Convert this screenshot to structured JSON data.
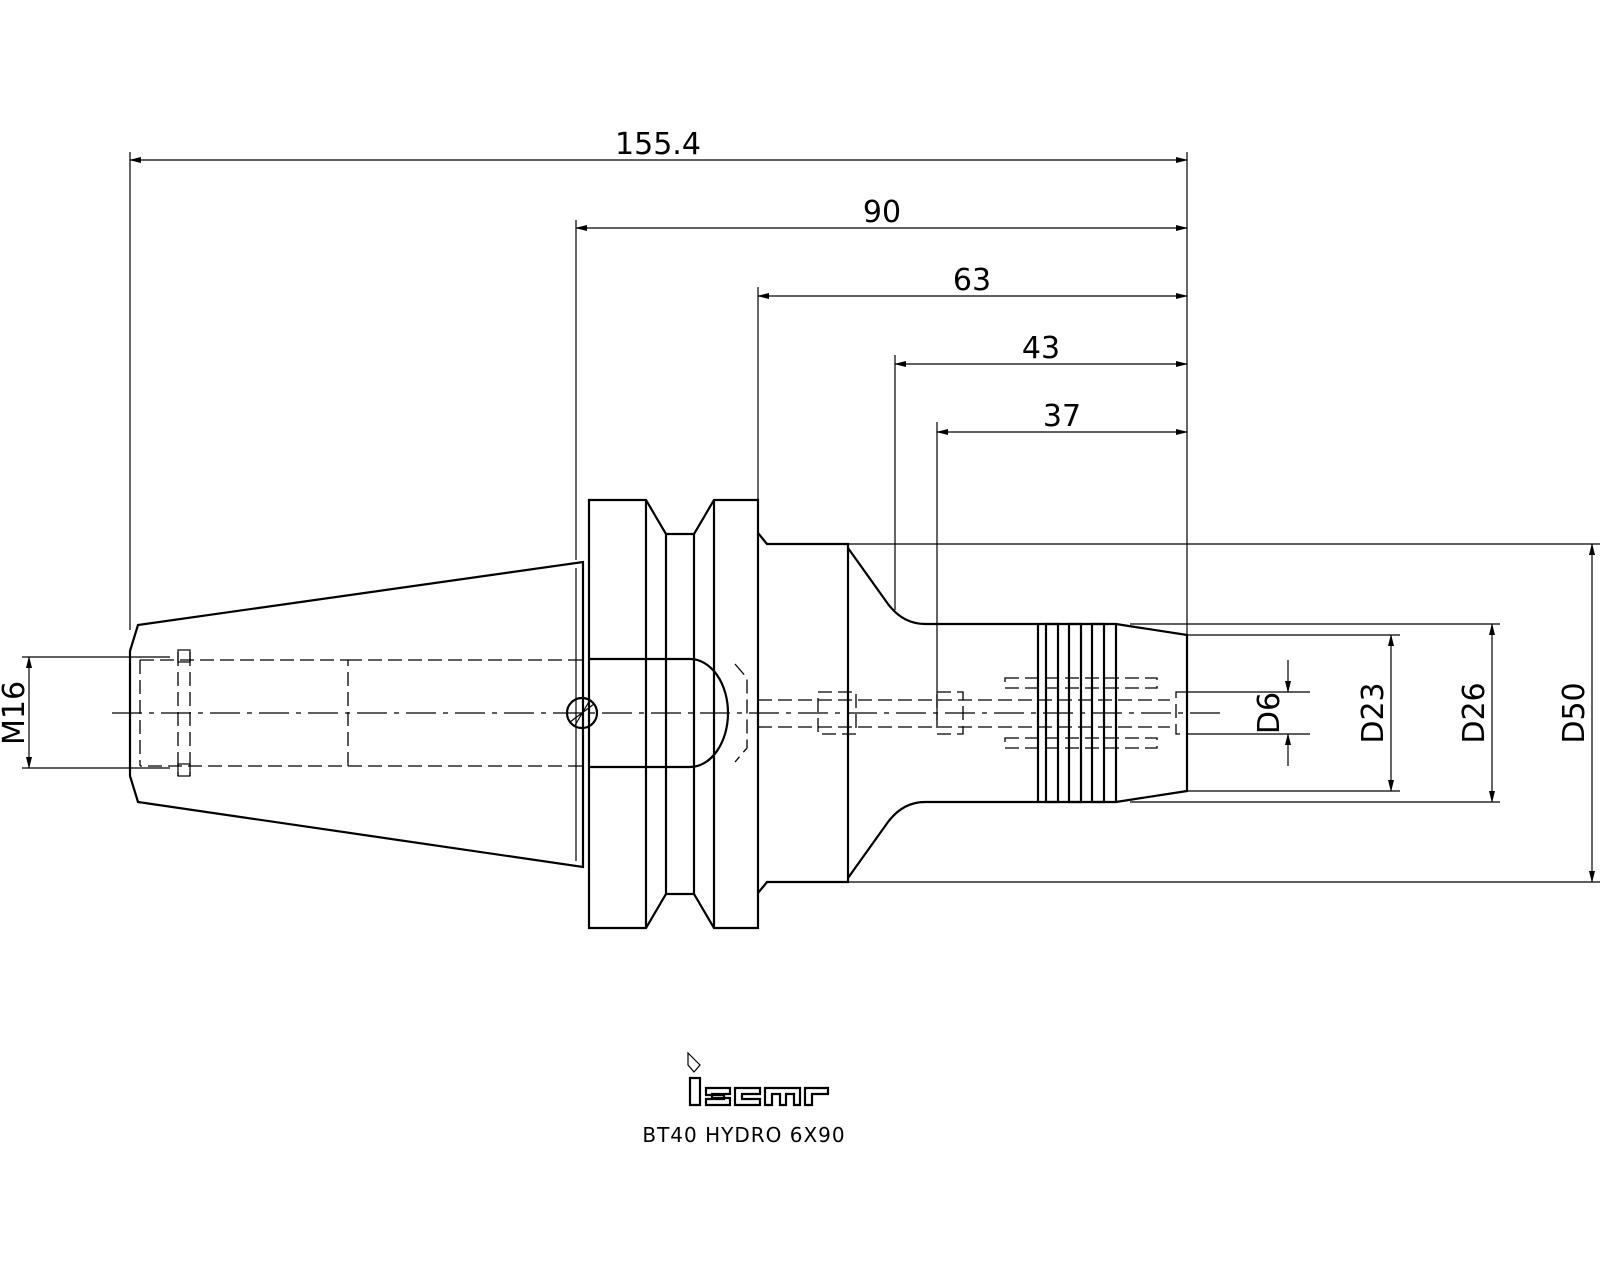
{
  "dimensions": {
    "overall_length": "155.4",
    "length_90": "90",
    "length_63": "63",
    "length_43": "43",
    "length_37": "37",
    "thread": "M16",
    "bore": "D6",
    "d23": "D23",
    "d26": "D26",
    "d50": "D50"
  },
  "logo": {
    "brand": "iscar"
  },
  "caption": "BT40 HYDRO 6X90"
}
